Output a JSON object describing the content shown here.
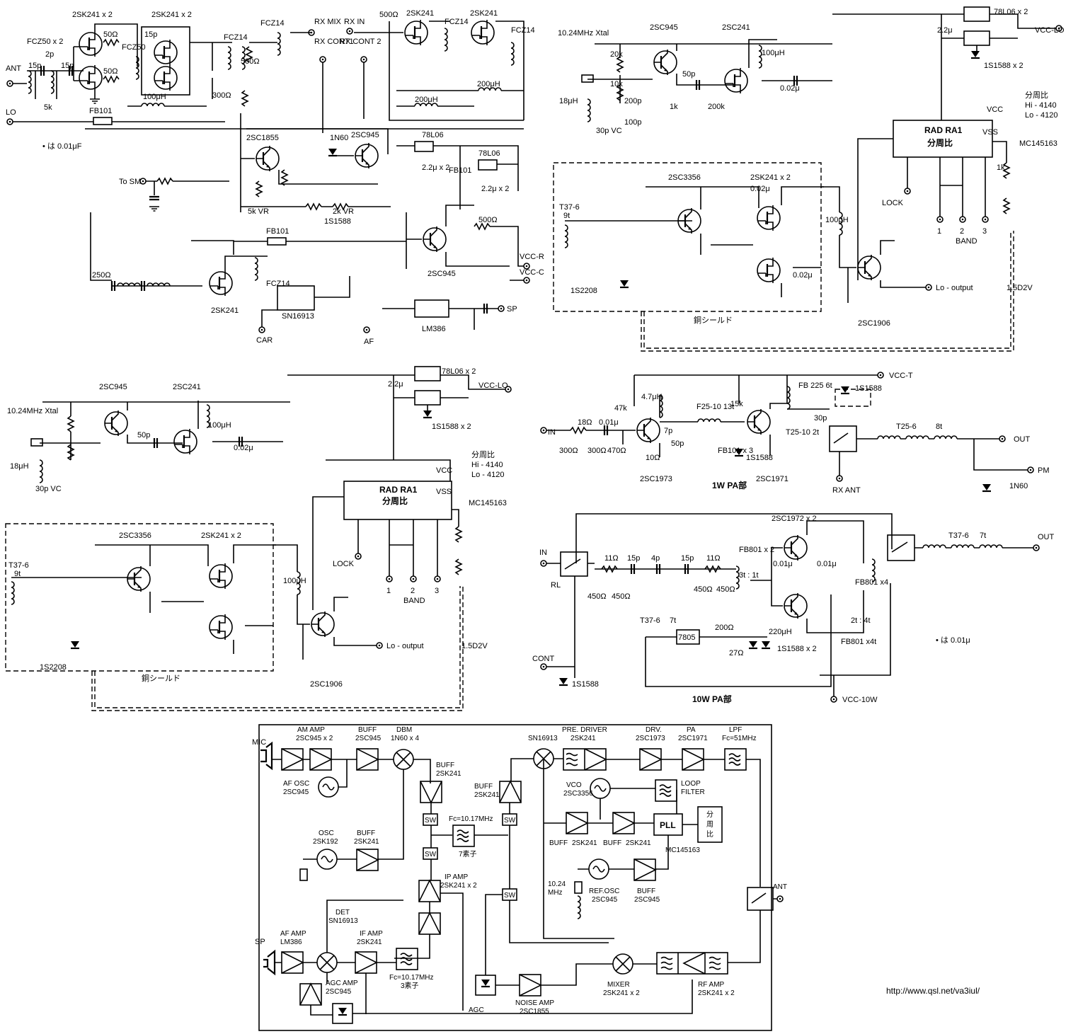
{
  "rx": {
    "labels": {
      "ant": "ANT",
      "lo": "LO",
      "fcz50x2": "FCZ50 x 2",
      "fcz50": "FCZ50",
      "fcz14": "FCZ14",
      "sk241x2a": "2SK241 x 2",
      "sk241x2b": "2SK241 x 2",
      "sk241a": "2SK241",
      "sk241b": "2SK241",
      "rxmix": "RX MIX",
      "rxin": "RX IN",
      "rxcont1": "RX CONT1",
      "rxcont2": "RX CONT 2",
      "fb101": "FB101",
      "note": "• は 0.01μF",
      "tosm": "To SM",
      "sc1855": "2SC1855",
      "sc945": "2SC945",
      "n60": "1N60",
      "s78l06": "78L06",
      "s78l06b": "78L06",
      "cap22x2": "2.2μ x 2",
      "vr5k": "5k VR",
      "vr2k": "2k VR",
      "s1s1588": "1S1588",
      "sn16913": "SN16913",
      "car": "CAR",
      "af": "AF",
      "lm386": "LM386",
      "sp": "SP",
      "vccr": "VCC-R",
      "vccc": "VCC-C",
      "sk241c": "2SK241",
      "uh100": "100μH",
      "uh200": "200μH",
      "uh200b": "200μH",
      "ohm500": "500Ω",
      "ohm300": "300Ω",
      "ohm250": "250Ω",
      "ohm50a": "50Ω",
      "ohm50b": "50Ω",
      "p15": "15p",
      "p2": "2p",
      "p15b": "15p",
      "k5": "5k"
    }
  },
  "vco": {
    "labels": {
      "sc945": "2SC945",
      "sc241": "2SC241",
      "xtal": "10.24MHz Xtal",
      "uh18": "18μH",
      "vc30": "30p VC",
      "l7806": "78L06 x 2",
      "vcclo": "VCC-LO",
      "s1588x2": "1S1588 x 2",
      "ratio": "分周比",
      "hi": "Hi - 4140",
      "lo": "Lo - 4120",
      "mc": "MC145163",
      "rad": "RAD RA1",
      "bunshu": "分周比",
      "vss": "VSS",
      "vcc": "VCC",
      "lock": "LOCK",
      "band": "BAND",
      "b1": "1",
      "b2": "2",
      "b3": "3",
      "sc3356": "2SC3356",
      "sk241x2": "2SK241 x 2",
      "t376": "T37-6",
      "t9": "9t",
      "s2208": "1S2208",
      "shield": "銅シールド",
      "sc1906": "2SC1906",
      "lout": "Lo - output",
      "v15": "1.5D2V",
      "p50": "50p",
      "u002": "0.02μ",
      "u002b": "0.02μ",
      "uh100": "100μH",
      "k10": "10k",
      "k20": "20k",
      "k200": "200k",
      "k1": "1k",
      "p200": "200p",
      "p100": "100p",
      "u22": "2.2μ"
    }
  },
  "pa1": {
    "labels": {
      "vcct": "VCC-T",
      "fb225": "FB 225 6t",
      "s1588": "1S1588",
      "in": "IN",
      "r18": "18Ω",
      "u001": "0.01μ",
      "k47": "47k",
      "uh47": "4.7μH",
      "f2510": "F25-10 13t",
      "k15": "15k",
      "t2510": "T25-10 2t",
      "p30": "30p",
      "t256": "T25-6",
      "t8": "8t",
      "out": "OUT",
      "pm": "PM",
      "n60": "1N60",
      "rxant": "RX ANT",
      "sc1973": "2SC1973",
      "sc1971": "2SC1971",
      "title": "1W PA部",
      "fb101x3": "FB101 x 3",
      "p7": "7p",
      "p50": "50p",
      "r300a": "300Ω",
      "r300b": "300Ω",
      "r470": "470Ω",
      "r10": "10Ω"
    }
  },
  "pa10": {
    "labels": {
      "sc1972x2": "2SC1972 x 2",
      "in": "IN",
      "rl": "RL",
      "r11a": "11Ω",
      "r11b": "11Ω",
      "p15a": "15p",
      "p4": "4p",
      "p15b": "15p",
      "fb801x2": "FB801 x 2",
      "ratio31": "3t : 1t",
      "fb801x4": "FB801 x4",
      "ratio21": "2t : 4t",
      "t376": "T37-6",
      "t7a": "7t",
      "t7b": "7t",
      "out": "OUT",
      "s7805": "7805",
      "r200": "200Ω",
      "r27": "27Ω",
      "s1588x2": "1S1588 x 2",
      "cont": "CONT",
      "s1588": "1S1588",
      "fb801x4b": "FB801 x4t",
      "uh220": "220μH",
      "vcc10w": "VCC-10W",
      "title": "10W PA部",
      "note": "• は 0.01μ",
      "r450a": "450Ω",
      "r450b": "450Ω",
      "r450c": "450Ω",
      "r450d": "450Ω",
      "u001": "0.01μ"
    }
  },
  "block": {
    "labels": {
      "mic": "MIC",
      "amamp": "AM AMP",
      "amamp2": "2SC945 x 2",
      "buff1": "BUFF",
      "buff1b": "2SC945",
      "dbm": "DBM",
      "dbm2": "1N60 x 4",
      "afosc": "AF OSC",
      "afosc2": "2SC945",
      "buffd": "BUFF",
      "buffd2": "2SK241",
      "sw1": "SW",
      "sw2": "SW",
      "sw3": "SW",
      "sw4": "SW",
      "fc1017": "Fc=10.17MHz",
      "f7": "7素子",
      "osc": "OSC",
      "osc2": "2SK192",
      "buffo": "BUFF",
      "buffo2": "2SK241",
      "ipamp": "IP AMP",
      "ipamp2": "2SK241 x 2",
      "det": "DET",
      "det2": "SN16913",
      "afamp": "AF AMP",
      "afamp2": "LM386",
      "sp": "SP",
      "ifamp": "IF AMP",
      "ifamp2": "2SK241",
      "fc1017b": "Fc=10.17MHz",
      "f3": "3素子",
      "agcamp": "AGC AMP",
      "agcamp2": "2SC945",
      "agc": "AGC",
      "sn16913": "SN16913",
      "predriver": "PRE. DRIVER",
      "predriver2": "2SK241",
      "drv": "DRV.",
      "drv2": "2SC1973",
      "pa": "PA",
      "pa2": "2SC1971",
      "lpf": "LPF",
      "lpf2": "Fc=51MHz",
      "buffu": "BUFF",
      "buffu2": "2SK241",
      "vco": "VCO",
      "vco2": "2SC3356",
      "loop": "LOOP",
      "loop2": "FILTER",
      "pll": "PLL",
      "bun": "分",
      "bun2": "周",
      "bun3": "比",
      "bufl": "BUFF",
      "bufl2": "2SK241",
      "bufr": "BUFF",
      "bufr2": "2SK241",
      "mc": "MC145163",
      "xtal": "10.24",
      "xtal2": "MHz",
      "refosc": "REF.OSC",
      "refosc2": "2SC945",
      "buffref": "BUFF",
      "buffref2": "2SC945",
      "ant": "ANT",
      "mixer": "MIXER",
      "mixer2": "2SK241 x 2",
      "rfamp": "RF AMP",
      "rfamp2": "2SK241 x 2",
      "noise": "NOISE AMP",
      "noise2": "2SC1855"
    }
  },
  "url": "http://www.qsl.net/va3iul/"
}
